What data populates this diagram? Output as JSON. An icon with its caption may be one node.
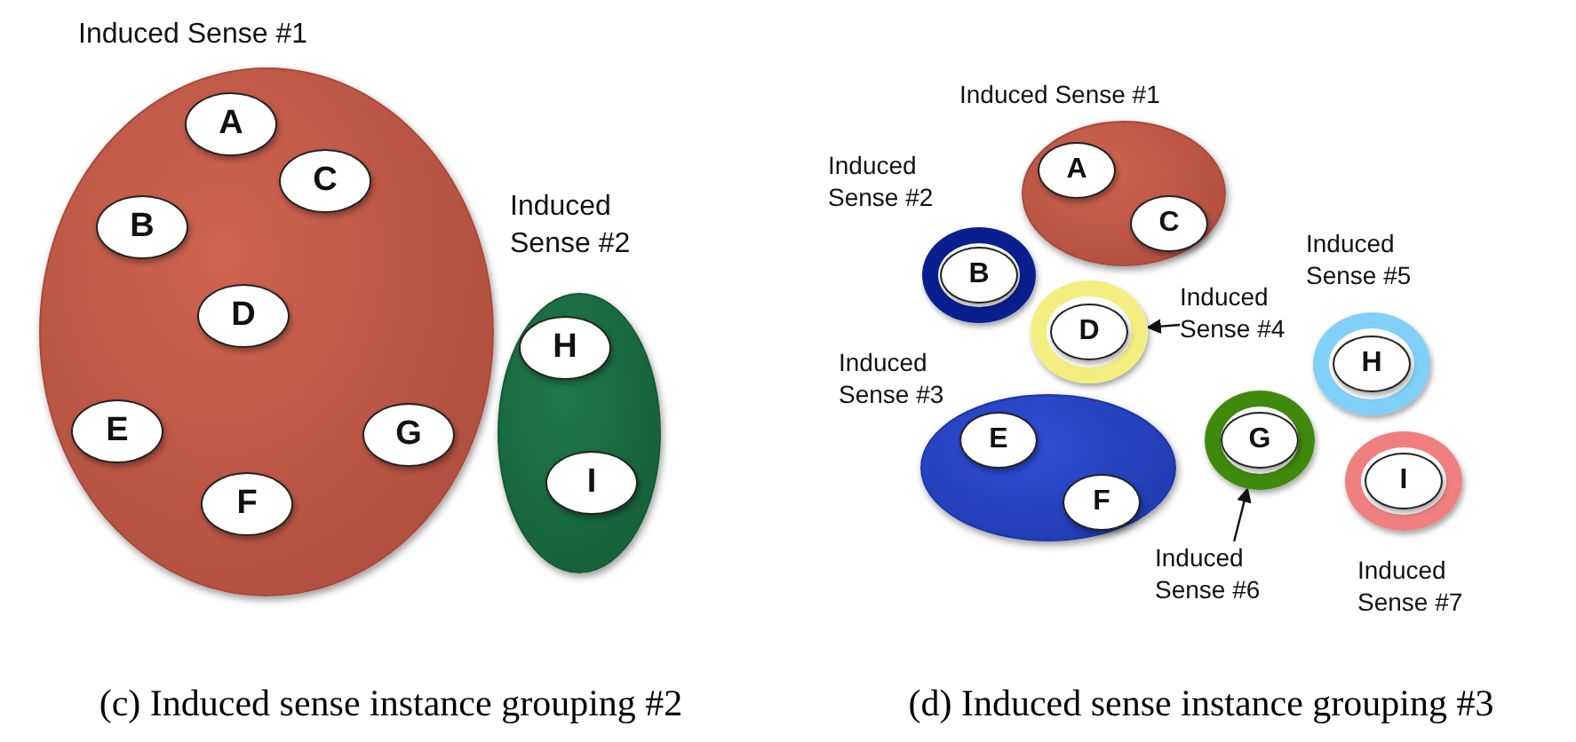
{
  "diagram": {
    "nodes": [
      {
        "text": [
          "Induced Sense #1"
        ]
      },
      {
        "text": [
          "A"
        ],
        "in": 0
      },
      {
        "text": [
          "C"
        ],
        "in": 0
      },
      {
        "text": [
          "B"
        ],
        "in": 0
      },
      {
        "text": [
          "D"
        ],
        "in": 0
      },
      {
        "text": [
          "E"
        ],
        "in": 0
      },
      {
        "text": [
          "G"
        ],
        "in": 0
      },
      {
        "text": [
          "F"
        ],
        "in": 0
      },
      {
        "text": [
          "Induced Sense #2"
        ]
      },
      {
        "text": [
          "H"
        ],
        "in": 8
      },
      {
        "text": [
          "I"
        ],
        "in": 8
      },
      {
        "text": [
          "Induced Sense #1"
        ]
      },
      {
        "text": [
          "A"
        ],
        "in": 11
      },
      {
        "text": [
          "C"
        ],
        "in": 11
      },
      {
        "text": [
          "Induced Sense #2"
        ]
      },
      {
        "text": [
          "B"
        ],
        "in": 14
      },
      {
        "text": [],
        "shape": "circle"
      },
      {
        "text": [
          "D"
        ],
        "in": 16
      },
      {
        "text": [
          "Induced Sense #4"
        ]
      },
      {
        "text": [
          "Induced Sense #3"
        ]
      },
      {
        "text": [
          "E"
        ],
        "in": 19
      },
      {
        "text": [
          "F"
        ],
        "in": 19
      },
      {
        "text": [
          "Induced Sense #5"
        ]
      },
      {
        "text": [
          "H"
        ],
        "in": 22
      },
      {
        "text": [],
        "shape": "circle"
      },
      {
        "text": [
          "G"
        ],
        "in": 24
      },
      {
        "text": [
          "Induced Sense #6"
        ]
      },
      {
        "text": [
          "Induced Sense #7"
        ]
      },
      {
        "text": [
          "I"
        ],
        "in": 27
      }
    ],
    "edges": [
      {
        "from": 18,
        "to": 16,
        "arrow": "to"
      },
      {
        "from": 26,
        "to": 24,
        "arrow": "to"
      }
    ],
    "labels": [
      "(c) Induced sense instance grouping #2",
      "(d) Induced sense instance grouping #3"
    ]
  }
}
